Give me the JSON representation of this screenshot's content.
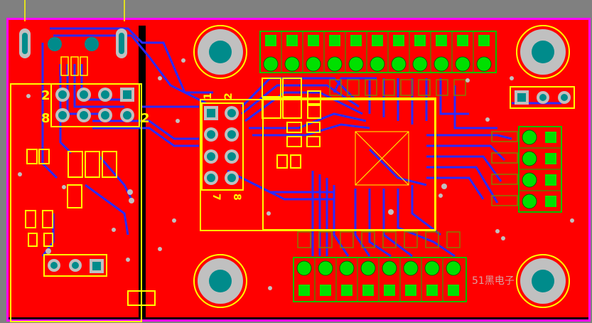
{
  "colors": {
    "background": "#808080",
    "board_top_copper": "#ff0000",
    "board_outline": "#ff00ff",
    "bottom_traces": "#2a2aff",
    "silkscreen": "#ffff00",
    "pad_through_hole": "#00a000",
    "pad_green_square": "#00e000",
    "mount_hole": "#008b8b",
    "component_outline_green": "#00c000"
  },
  "board": {
    "labels": {
      "usb_header_pin_2": "2",
      "usb_header_pin_8": "8",
      "usb_header_pin_2b": "2",
      "main_header_pin_1": "1",
      "main_header_pin_2": "2",
      "main_header_pin_7": "7",
      "main_header_pin_8": "8"
    },
    "watermark": "51黑电子"
  }
}
